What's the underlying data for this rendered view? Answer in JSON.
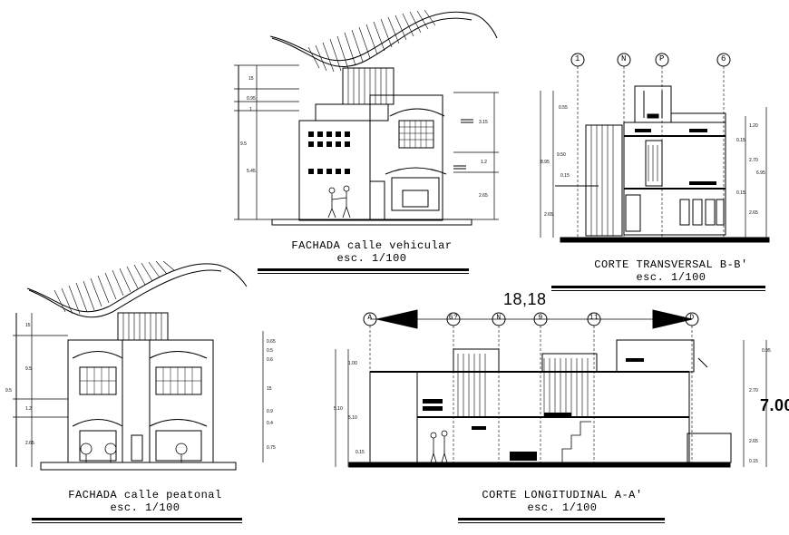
{
  "drawings": {
    "fachada_vehicular": {
      "title": "FACHADA calle vehicular",
      "scale": "esc. 1/100",
      "dims_left": [
        "15",
        "0.95",
        "1",
        "9.5",
        "5.45"
      ],
      "dims_right": [
        "3.15",
        "1.2",
        "2.65"
      ]
    },
    "corte_transversal": {
      "title": "CORTE TRANSVERSAL B-B'",
      "scale": "esc. 1/100",
      "axes": [
        "1",
        "N",
        "P",
        "6"
      ],
      "dims_left": [
        "0.55",
        "9.50",
        "8.95",
        "0.15",
        "2.65"
      ],
      "dims_right": [
        "1.20",
        "0.15",
        "2.70",
        "0.15",
        "6.95",
        "2.65"
      ]
    },
    "fachada_peatonal": {
      "title": "FACHADA calle peatonal",
      "scale": "esc. 1/100",
      "dims_left": [
        "15",
        "9.5",
        "1.2",
        "2.65",
        "9.5"
      ],
      "dims_right": [
        "0.65",
        "0.5",
        "0.6",
        "15",
        "0.9",
        "0.4",
        "0.75"
      ]
    },
    "corte_longitudinal": {
      "title": "CORTE LONGITUDINAL  A-A'",
      "scale": "esc. 1/100",
      "total_length": "18,18",
      "axes": [
        "A",
        "6?",
        "N",
        "9",
        "11",
        "D"
      ],
      "height_callout": "7.00",
      "dims_left": [
        "1.00",
        "5.10",
        "5.10",
        "0.15"
      ],
      "dims_right": [
        "0.95",
        "2.70",
        "2.65",
        "0.15"
      ]
    }
  }
}
